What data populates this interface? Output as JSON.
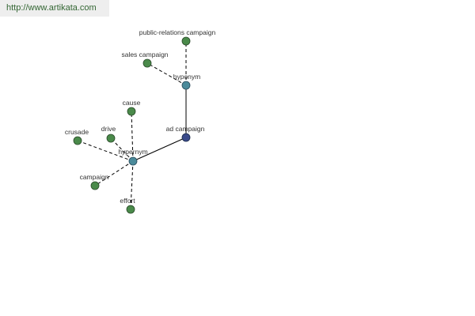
{
  "site_url": "http://www.artikata.com",
  "colors": {
    "leaf_node": "#4a8a4a",
    "hub_node": "#4a8a9a",
    "center_node": "#3a4a8a",
    "edge": "#000000",
    "background": "#ffffff"
  },
  "nodes": {
    "center": "ad campaign",
    "hyponym": "hyponym",
    "hypernym": "hypernym",
    "public_relations": "public-relations campaign",
    "sales": "sales campaign",
    "cause": "cause",
    "drive": "drive",
    "crusade": "crusade",
    "campaign": "campaign",
    "effort": "effort"
  }
}
